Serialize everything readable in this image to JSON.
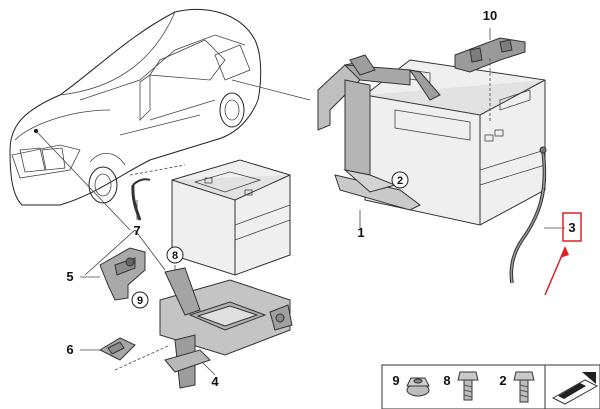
{
  "callouts": {
    "c1": "1",
    "c2": "2",
    "c3": "3",
    "c4": "4",
    "c5": "5",
    "c6": "6",
    "c7": "7",
    "c8": "8",
    "c9": "9",
    "c10": "10"
  },
  "fastener_legend": {
    "items": [
      {
        "number": "9",
        "icon": "nut-icon"
      },
      {
        "number": "8",
        "icon": "bolt-icon"
      },
      {
        "number": "2",
        "icon": "bolt-icon"
      }
    ],
    "last_icon": "direction-arrow-icon"
  },
  "colors": {
    "highlight": "#e02020",
    "battery_fill": "#e6e6e6",
    "bracket_fill": "#c8c8c8",
    "bracket_dark": "#8e8e8e"
  }
}
